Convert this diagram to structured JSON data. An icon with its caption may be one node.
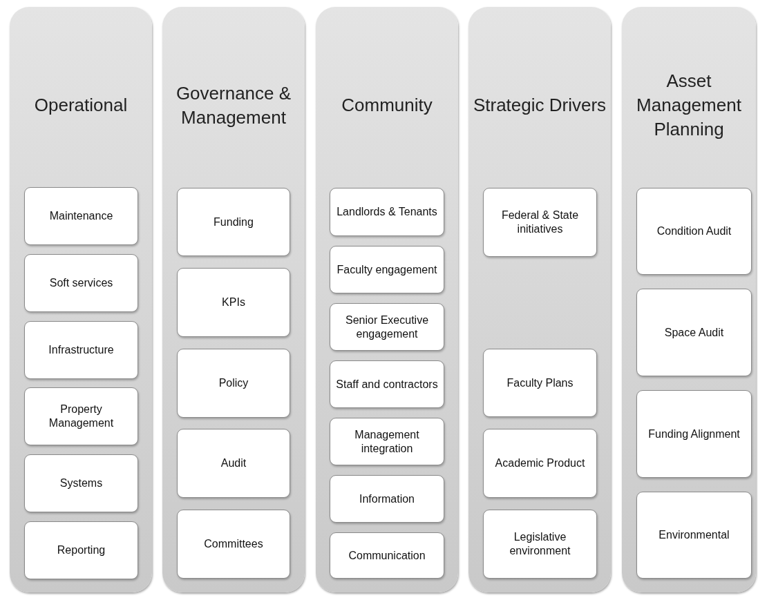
{
  "diagram": {
    "nodes": [
      {
        "text": [
          "Operational"
        ]
      },
      {
        "text": [
          "Maintenance"
        ],
        "in": 0
      },
      {
        "text": [
          "Soft services"
        ],
        "in": 0
      },
      {
        "text": [
          "Infrastructure"
        ],
        "in": 0
      },
      {
        "text": [
          "Property Management"
        ],
        "in": 0
      },
      {
        "text": [
          "Systems"
        ],
        "in": 0
      },
      {
        "text": [
          "Reporting"
        ],
        "in": 0
      },
      {
        "text": [
          "Governance & Management"
        ]
      },
      {
        "text": [
          "Funding"
        ],
        "in": 7
      },
      {
        "text": [
          "KPIs"
        ],
        "in": 7
      },
      {
        "text": [
          "Policy"
        ],
        "in": 7
      },
      {
        "text": [
          "Audit"
        ],
        "in": 7
      },
      {
        "text": [
          "Committees"
        ],
        "in": 7
      },
      {
        "text": [
          "Community"
        ]
      },
      {
        "text": [
          "Landlords & Tenants"
        ],
        "in": 13
      },
      {
        "text": [
          "Faculty engagement"
        ],
        "in": 13
      },
      {
        "text": [
          "Senior Executive engagement"
        ],
        "in": 13
      },
      {
        "text": [
          "Staff and contractors"
        ],
        "in": 13
      },
      {
        "text": [
          "Management integration"
        ],
        "in": 13
      },
      {
        "text": [
          "Information"
        ],
        "in": 13
      },
      {
        "text": [
          "Communication"
        ],
        "in": 13
      },
      {
        "text": [
          "Strategic Drivers"
        ]
      },
      {
        "text": [
          "Federal & State initiatives"
        ],
        "in": 21
      },
      {
        "text": [
          "Faculty Plans"
        ],
        "in": 21
      },
      {
        "text": [
          "Academic Product"
        ],
        "in": 21
      },
      {
        "text": [
          "Legislative environment"
        ],
        "in": 21
      },
      {
        "text": [
          "Asset Management Planning"
        ]
      },
      {
        "text": [
          "Condition Audit"
        ],
        "in": 26
      },
      {
        "text": [
          "Space Audit"
        ],
        "in": 26
      },
      {
        "text": [
          "Funding Alignment"
        ],
        "in": 26
      },
      {
        "text": [
          "Environmental"
        ],
        "in": 26
      }
    ]
  }
}
